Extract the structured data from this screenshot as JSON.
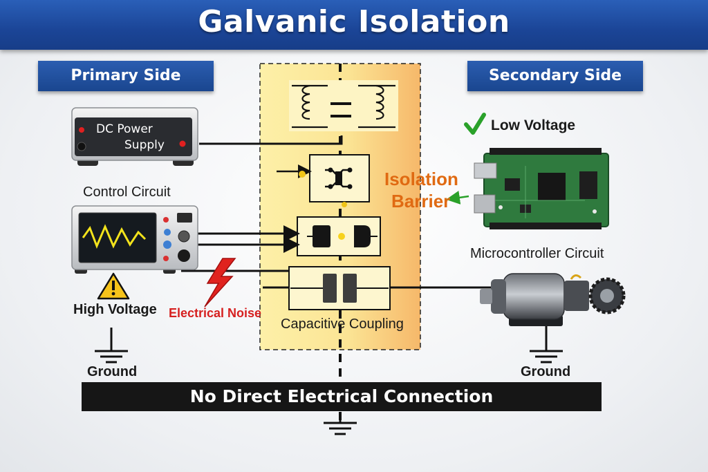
{
  "title": "Galvanic Isolation",
  "primary_side": "Primary Side",
  "secondary_side": "Secondary Side",
  "dc_supply_line1": "DC Power",
  "dc_supply_line2": "Supply",
  "control_circuit": "Control Circuit",
  "high_voltage": "High Voltage",
  "electrical_noise": "Electrical Noise",
  "isolation_barrier_line1": "Isolation",
  "isolation_barrier_line2": "Barrier",
  "capacitive_coupling": "Capacitive Coupling",
  "low_voltage": "Low Voltage",
  "microcontroller_circuit": "Microcontroller Circuit",
  "ground_left": "Ground",
  "ground_right": "Ground",
  "bottom_message": "No Direct Electrical Connection",
  "colors": {
    "header_blue": "#1b4597",
    "barrier_fill": "#fbe79a",
    "accent_orange": "#e06a12",
    "noise_red": "#d62020",
    "pcb_green": "#2f7a3e",
    "check_green": "#2aa12a"
  }
}
